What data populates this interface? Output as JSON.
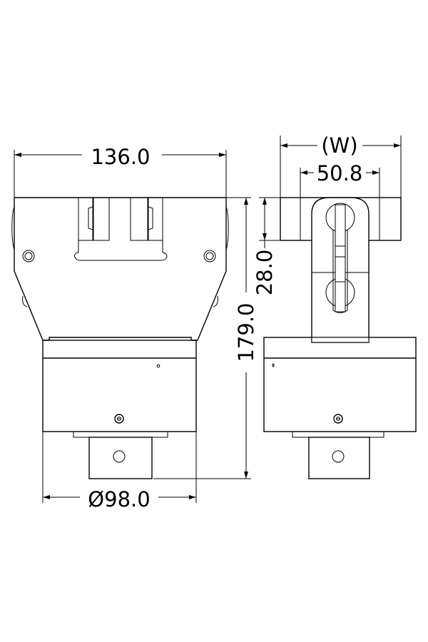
{
  "dimensions": {
    "front_width": "136.0",
    "body_diameter": "Ø98.0",
    "overall_height": "179.0",
    "side_width": "(W)",
    "clevis_width": "50.8",
    "top_height": "28.0"
  },
  "colors": {
    "line": "#000000",
    "background": "#ffffff"
  }
}
